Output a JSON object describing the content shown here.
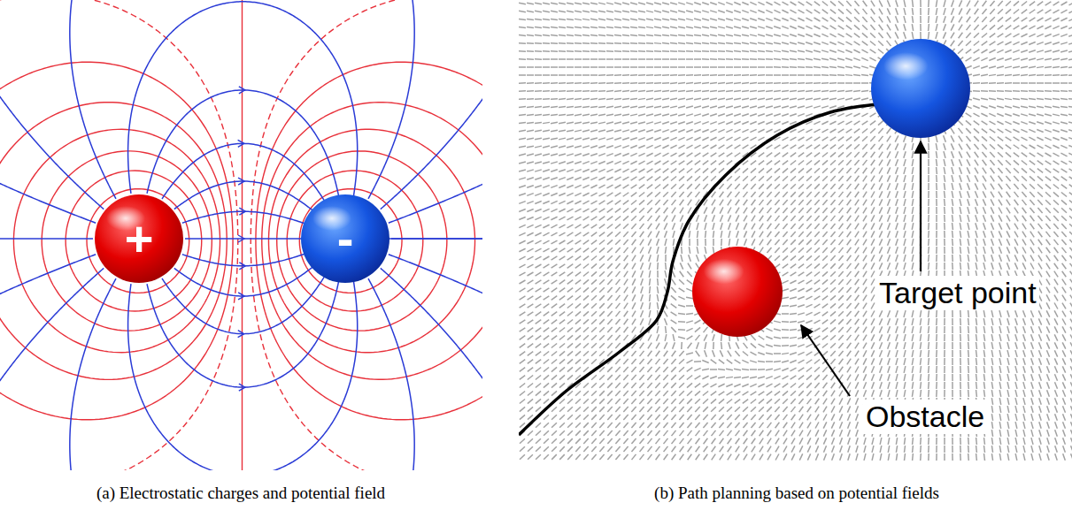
{
  "diagram": {
    "nodes": [
      {
        "text": [
          "+"
        ]
      },
      {
        "text": [
          "-"
        ]
      }
    ],
    "labels": [
      "Target point",
      "Obstacle",
      "(a) Electrostatic charges and potential field",
      "(b) Path planning based on potential fields"
    ]
  }
}
